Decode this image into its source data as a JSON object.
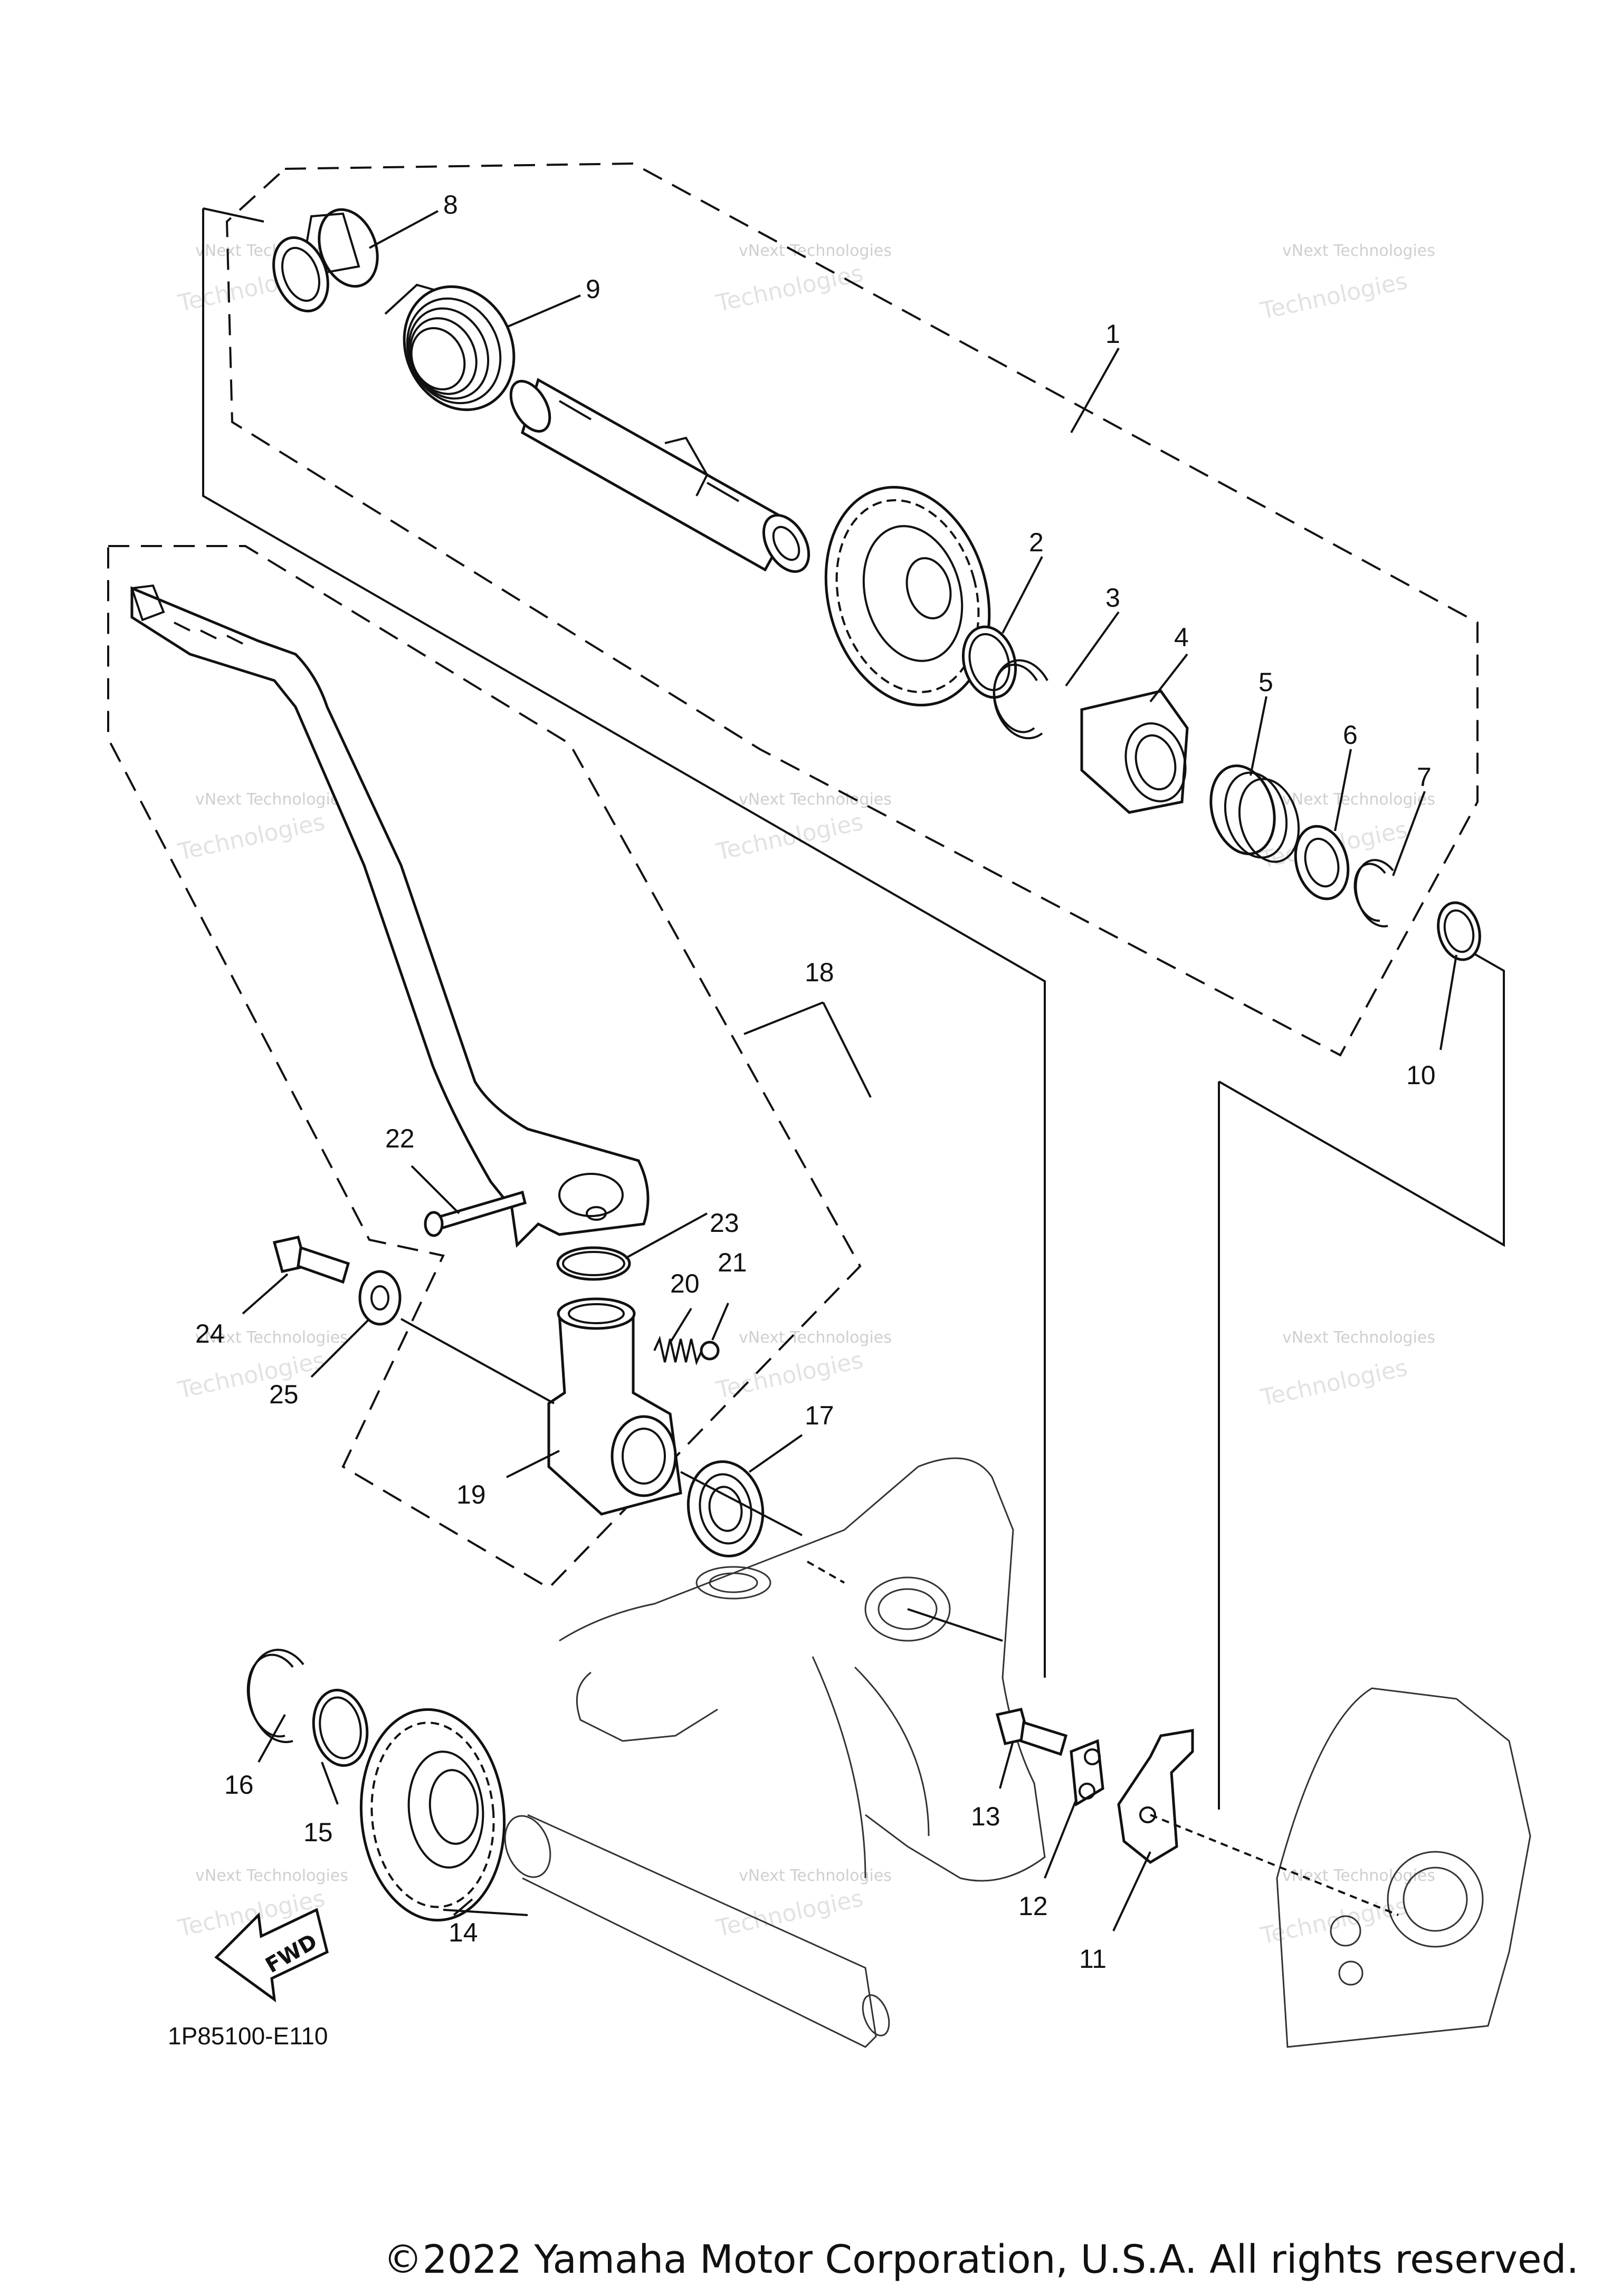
{
  "diagram": {
    "callouts": [
      "1",
      "2",
      "3",
      "4",
      "5",
      "6",
      "7",
      "8",
      "9",
      "10",
      "11",
      "12",
      "13",
      "14",
      "15",
      "16",
      "17",
      "18",
      "19",
      "20",
      "21",
      "22",
      "23",
      "24",
      "25"
    ],
    "diagram_code": "1P85100-E110",
    "direction_marker": "FWD",
    "watermark": {
      "line1": "vNext Technologies",
      "line2": "Technologies"
    },
    "copyright": "©2022 Yamaha Motor Corporation, U.S.A. All rights reserved."
  }
}
